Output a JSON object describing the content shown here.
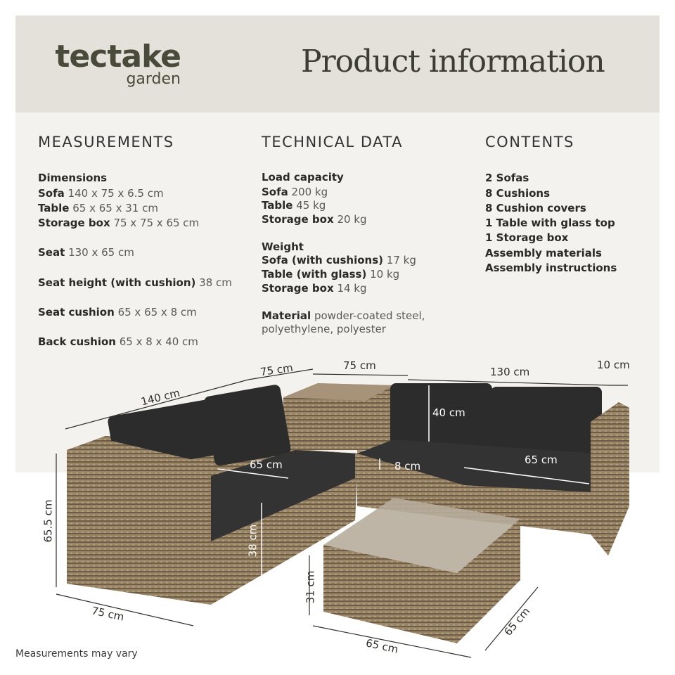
{
  "header": {
    "brand": "tectake",
    "brand_sub": "garden",
    "title": "Product information"
  },
  "measurements": {
    "heading": "MEASUREMENTS",
    "dimensions_label": "Dimensions",
    "rows": [
      {
        "label": "Sofa",
        "value": "140 x 75 x 6.5 cm"
      },
      {
        "label": "Table",
        "value": "65 x 65 x 31 cm"
      },
      {
        "label": "Storage box",
        "value": "75 x 75 x 65 cm"
      }
    ],
    "seat": {
      "label": "Seat",
      "value": "130 x 65 cm"
    },
    "seat_height": {
      "label": "Seat height (with cushion)",
      "value": "38 cm"
    },
    "seat_cushion": {
      "label": "Seat cushion",
      "value": "65 x 65 x 8 cm"
    },
    "back_cushion": {
      "label": "Back cushion",
      "value": "65 x 8 x 40 cm"
    }
  },
  "technical": {
    "heading": "TECHNICAL DATA",
    "load_label": "Load capacity",
    "load": [
      {
        "label": "Sofa",
        "value": "200 kg"
      },
      {
        "label": "Table",
        "value": "45 kg"
      },
      {
        "label": "Storage box",
        "value": "20 kg"
      }
    ],
    "weight_label": "Weight",
    "weight": [
      {
        "label": "Sofa (with cushions)",
        "value": "17 kg"
      },
      {
        "label": "Table (with glass)",
        "value": "10 kg"
      },
      {
        "label": "Storage box",
        "value": "14 kg"
      }
    ],
    "material_label": "Material",
    "material_value": "powder-coated steel,",
    "material_value2": "polyethylene, polyester"
  },
  "contents": {
    "heading": "CONTENTS",
    "items": [
      "2 Sofas",
      "8 Cushions",
      "8 Cushion covers",
      "1 Table with glass top",
      "1 Storage box",
      "Assembly materials",
      "Assembly instructions"
    ]
  },
  "dimensions": {
    "sofa_length": "140 cm",
    "box_depth": "75 cm",
    "box_width": "75 cm",
    "seat_width": "130 cm",
    "arm": "10 cm",
    "back_height": "40 cm",
    "seat_width_left": "65 cm",
    "cushion_thickness": "8 cm",
    "seat_depth_right": "65 cm",
    "height": "65.5 cm",
    "seat_height": "38 cm",
    "sofa_depth": "75 cm",
    "table_height": "31 cm",
    "table_width": "65 cm",
    "table_depth": "65 cm"
  },
  "footer_note": "Measurements may vary",
  "colors": {
    "header_bg": "#e3e1d9",
    "panel_bg": "#f3f2ee",
    "wicker": "#8c7a60",
    "cushion": "#2c2c2c"
  }
}
